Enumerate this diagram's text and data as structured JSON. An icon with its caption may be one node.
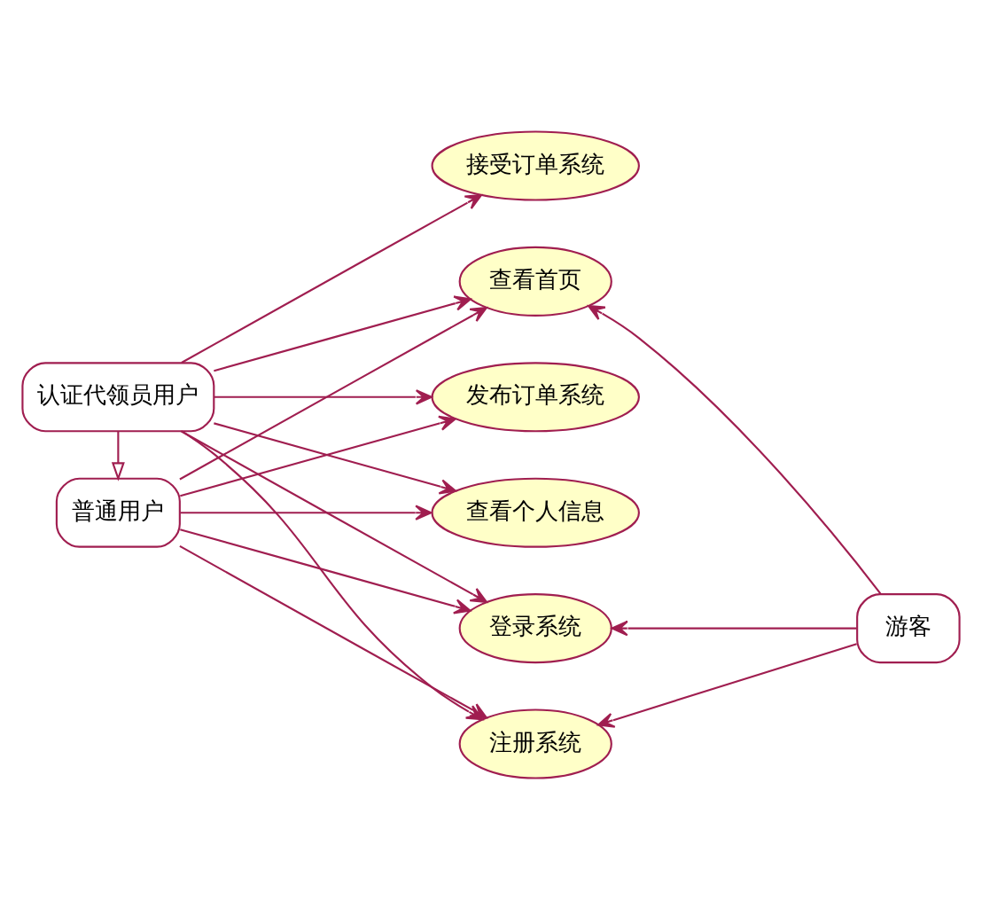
{
  "diagram": {
    "nodes": [
      {
        "text": [
          "普通用户"
        ]
      },
      {
        "text": [
          "认证代领员用户"
        ]
      },
      {
        "text": [
          "登录系统"
        ]
      },
      {
        "text": [
          "注册系统"
        ]
      },
      {
        "text": [
          "发布订单系统"
        ]
      },
      {
        "text": [
          "接受订单系统"
        ]
      },
      {
        "text": [
          "查看个人信息"
        ]
      },
      {
        "text": [
          "查看首页"
        ]
      },
      {
        "text": [
          "游客"
        ]
      }
    ],
    "edges": [
      {
        "from": 1,
        "to": 0,
        "arrow": "to"
      },
      {
        "from": 0,
        "to": 2,
        "arrow": "to"
      },
      {
        "from": 0,
        "to": 3,
        "arrow": "to"
      },
      {
        "from": 0,
        "to": 4,
        "arrow": "to"
      },
      {
        "from": 0,
        "to": 6,
        "arrow": "to"
      },
      {
        "from": 0,
        "to": 7,
        "arrow": "to"
      },
      {
        "from": 1,
        "to": 2,
        "arrow": "to"
      },
      {
        "from": 1,
        "to": 3,
        "arrow": "to"
      },
      {
        "from": 1,
        "to": 4,
        "arrow": "to"
      },
      {
        "from": 1,
        "to": 5,
        "arrow": "to"
      },
      {
        "from": 1,
        "to": 6,
        "arrow": "to"
      },
      {
        "from": 1,
        "to": 7,
        "arrow": "to"
      },
      {
        "from": 8,
        "to": 2,
        "arrow": "to"
      },
      {
        "from": 8,
        "to": 3,
        "arrow": "to"
      },
      {
        "from": 8,
        "to": 7,
        "arrow": "to"
      }
    ]
  }
}
